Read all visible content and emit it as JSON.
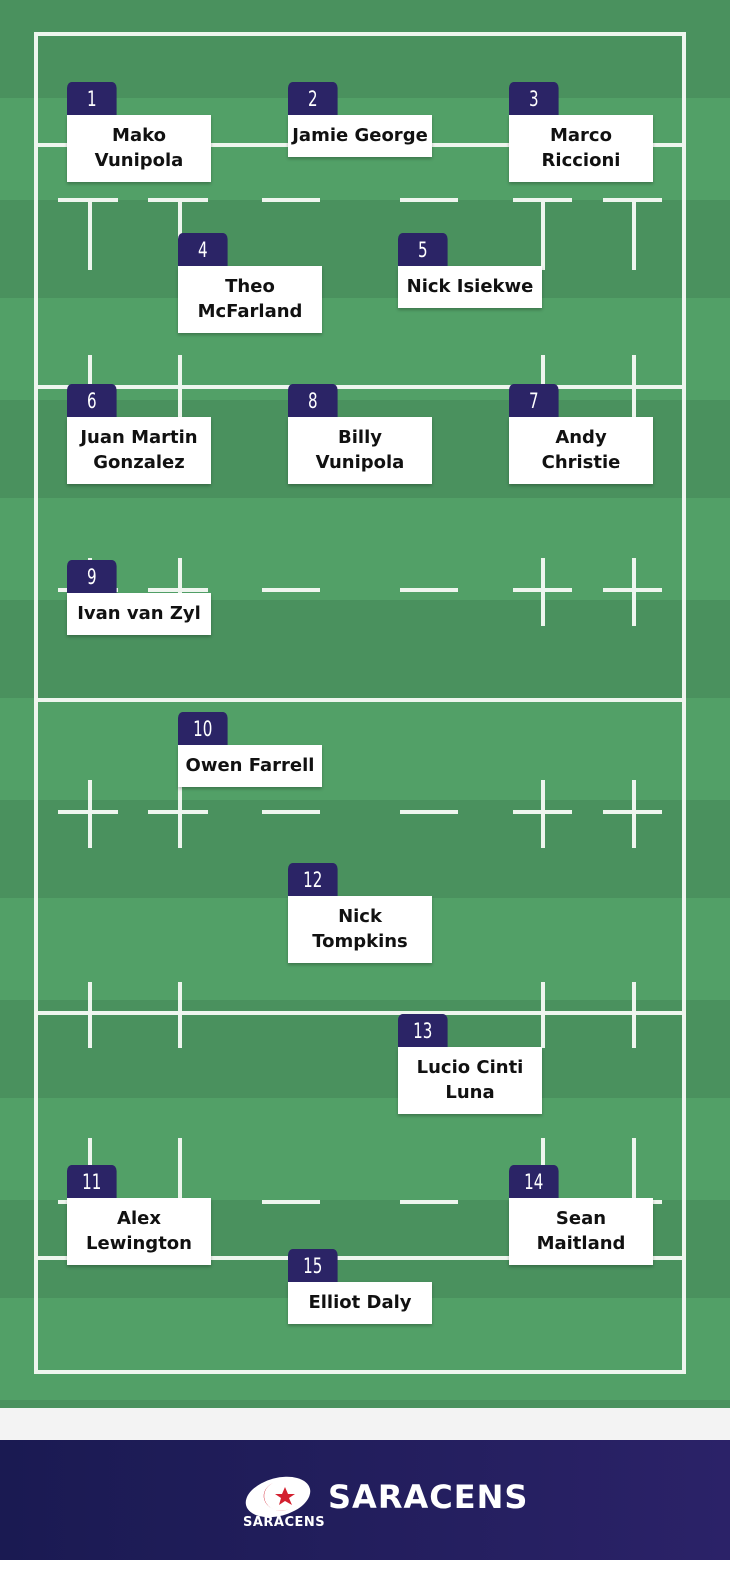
{
  "players": [
    {
      "number": "1",
      "name": "Mako Vunipola"
    },
    {
      "number": "2",
      "name": "Jamie George"
    },
    {
      "number": "3",
      "name": "Marco Riccioni"
    },
    {
      "number": "4",
      "name": "Theo McFarland"
    },
    {
      "number": "5",
      "name": "Nick Isiekwe"
    },
    {
      "number": "6",
      "name": "Juan Martin Gonzalez"
    },
    {
      "number": "8",
      "name": "Billy Vunipola"
    },
    {
      "number": "7",
      "name": "Andy Christie"
    },
    {
      "number": "9",
      "name": "Ivan van Zyl"
    },
    {
      "number": "10",
      "name": "Owen Farrell"
    },
    {
      "number": "12",
      "name": "Nick Tompkins"
    },
    {
      "number": "13",
      "name": "Lucio Cinti Luna"
    },
    {
      "number": "11",
      "name": "Alex Lewington"
    },
    {
      "number": "14",
      "name": "Sean Maitland"
    },
    {
      "number": "15",
      "name": "Elliot Daly"
    }
  ],
  "footer": {
    "logo_text": "SARACENS",
    "brand": "SARACENS"
  },
  "colors": {
    "badge": "#2b2466",
    "pitch_dark": "#4a915e",
    "pitch_light": "#52a067",
    "logo_red": "#d3202f"
  }
}
